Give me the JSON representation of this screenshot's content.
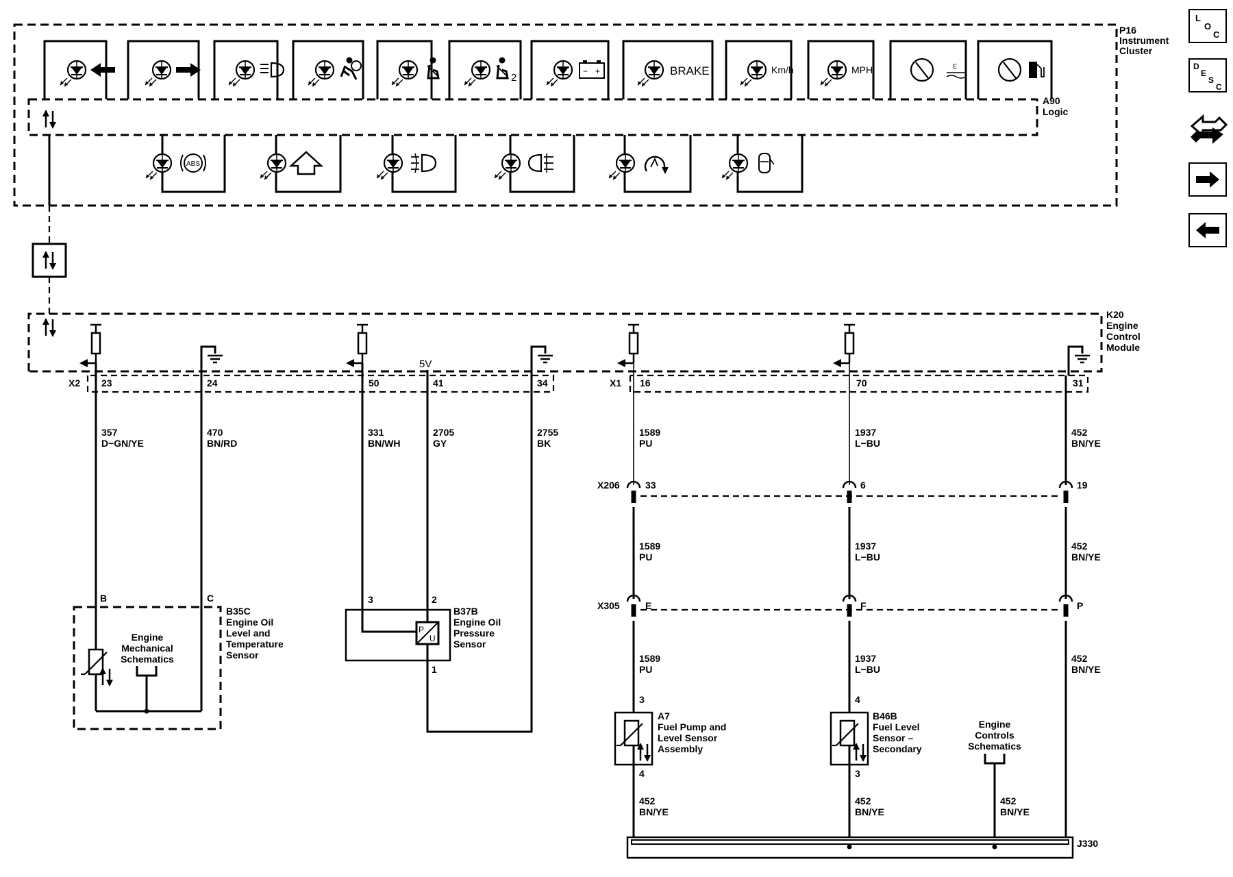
{
  "modules": {
    "p16": {
      "id": "P16",
      "name_line1": "Instrument",
      "name_line2": "Cluster"
    },
    "a90": {
      "id": "A90",
      "name": "Logic"
    },
    "k20": {
      "id": "K20",
      "name_line1": "Engine",
      "name_line2": "Control",
      "name_line3": "Module"
    }
  },
  "indicators": {
    "brake_text": "BRAKE",
    "kmh_text": "Km/h",
    "mph_text": "MPH",
    "abs_text": "ABS",
    "seatbelt2_suffix": "2",
    "battery_minus": "−",
    "battery_plus": "+",
    "temp_level_mark": "E"
  },
  "nav_buttons": {
    "loc": {
      "l1": "L",
      "l2": "O",
      "l3": "C"
    },
    "desc": {
      "l1": "D",
      "l2": "E",
      "l3": "S",
      "l4": "C"
    }
  },
  "connectors": {
    "x2": "X2",
    "x1": "X1",
    "x206": "X206",
    "x305": "X305",
    "j330": "J330"
  },
  "ecm": {
    "pins": {
      "p23": "23",
      "p24": "24",
      "p50": "50",
      "p41": "41",
      "p34": "34",
      "p16": "16",
      "p70": "70",
      "p31": "31"
    },
    "ref_5v": "5V"
  },
  "wires": {
    "w357": {
      "num": "357",
      "color": "D−GN/YE"
    },
    "w470": {
      "num": "470",
      "color": "BN/RD"
    },
    "w331": {
      "num": "331",
      "color": "BN/WH"
    },
    "w2705": {
      "num": "2705",
      "color": "GY"
    },
    "w2755": {
      "num": "2755",
      "color": "BK"
    },
    "w1589": {
      "num": "1589",
      "color": "PU"
    },
    "w1937": {
      "num": "1937",
      "color": "L−BU"
    },
    "w452": {
      "num": "452",
      "color": "BN/YE"
    }
  },
  "x206_pins": {
    "a": "33",
    "b": "6",
    "c": "19"
  },
  "x305_pins": {
    "a": "E",
    "b": "F",
    "c": "P"
  },
  "components": {
    "b35c": {
      "id": "B35C",
      "l1": "Engine Oil",
      "l2": "Level and",
      "l3": "Temperature",
      "l4": "Sensor",
      "pin_b": "B",
      "pin_c": "C",
      "ref_l1": "Engine",
      "ref_l2": "Mechanical",
      "ref_l3": "Schematics"
    },
    "b37b": {
      "id": "B37B",
      "l1": "Engine Oil",
      "l2": "Pressure",
      "l3": "Sensor",
      "pin3": "3",
      "pin2": "2",
      "pin1": "1",
      "sym_p": "P",
      "sym_u": "U"
    },
    "a7": {
      "id": "A7",
      "l1": "Fuel Pump and",
      "l2": "Level Sensor",
      "l3": "Assembly",
      "pin_top": "3",
      "pin_bottom": "4"
    },
    "b46b": {
      "id": "B46B",
      "l1": "Fuel Level",
      "l2": "Sensor –",
      "l3": "Secondary",
      "pin_top": "4",
      "pin_bottom": "3"
    },
    "ecs_ref": {
      "l1": "Engine",
      "l2": "Controls",
      "l3": "Schematics"
    }
  }
}
